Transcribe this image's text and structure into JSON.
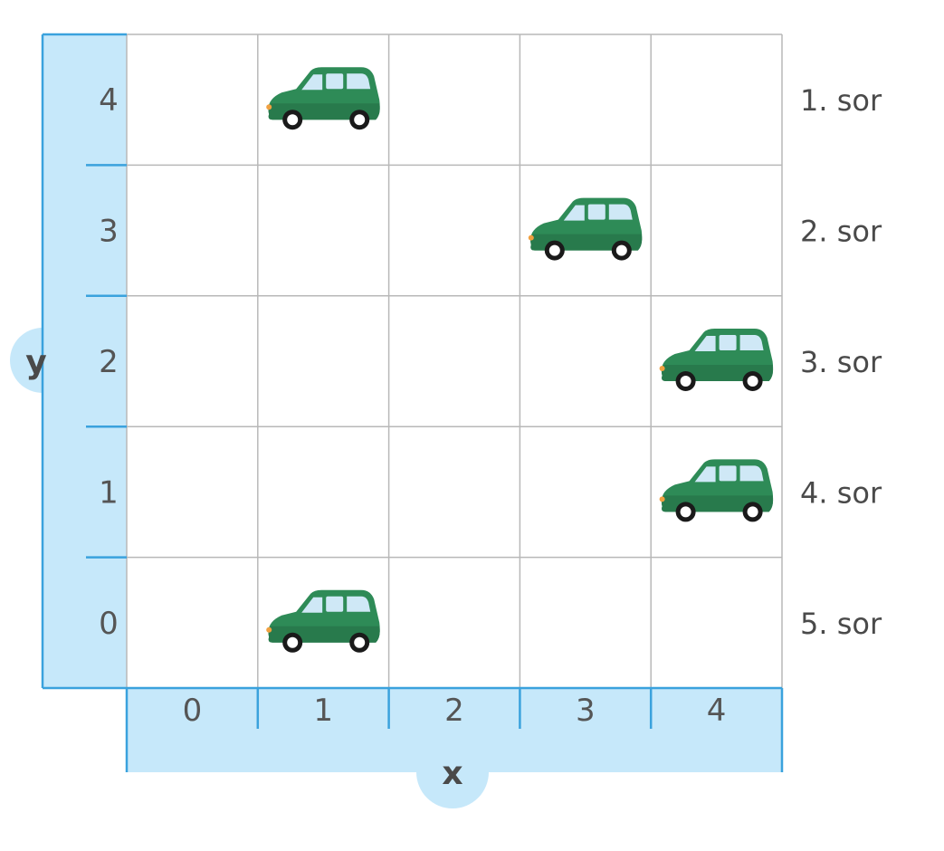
{
  "axes": {
    "x_name": "x",
    "y_name": "y",
    "x_ticks": [
      "0",
      "1",
      "2",
      "3",
      "4"
    ],
    "y_ticks": [
      "4",
      "3",
      "2",
      "1",
      "0"
    ]
  },
  "row_labels": [
    "1. sor",
    "2. sor",
    "3. sor",
    "4. sor",
    "5. sor"
  ],
  "cars": [
    {
      "x": 1,
      "y": 4
    },
    {
      "x": 3,
      "y": 3
    },
    {
      "x": 4,
      "y": 2
    },
    {
      "x": 4,
      "y": 1
    },
    {
      "x": 1,
      "y": 0
    }
  ],
  "colors": {
    "axis_band": "#c6e8fa",
    "axis_line": "#3aa2dd",
    "grid": "#b8b8b8",
    "car_body": "#2e8b57",
    "car_window": "#cfe8f6"
  }
}
